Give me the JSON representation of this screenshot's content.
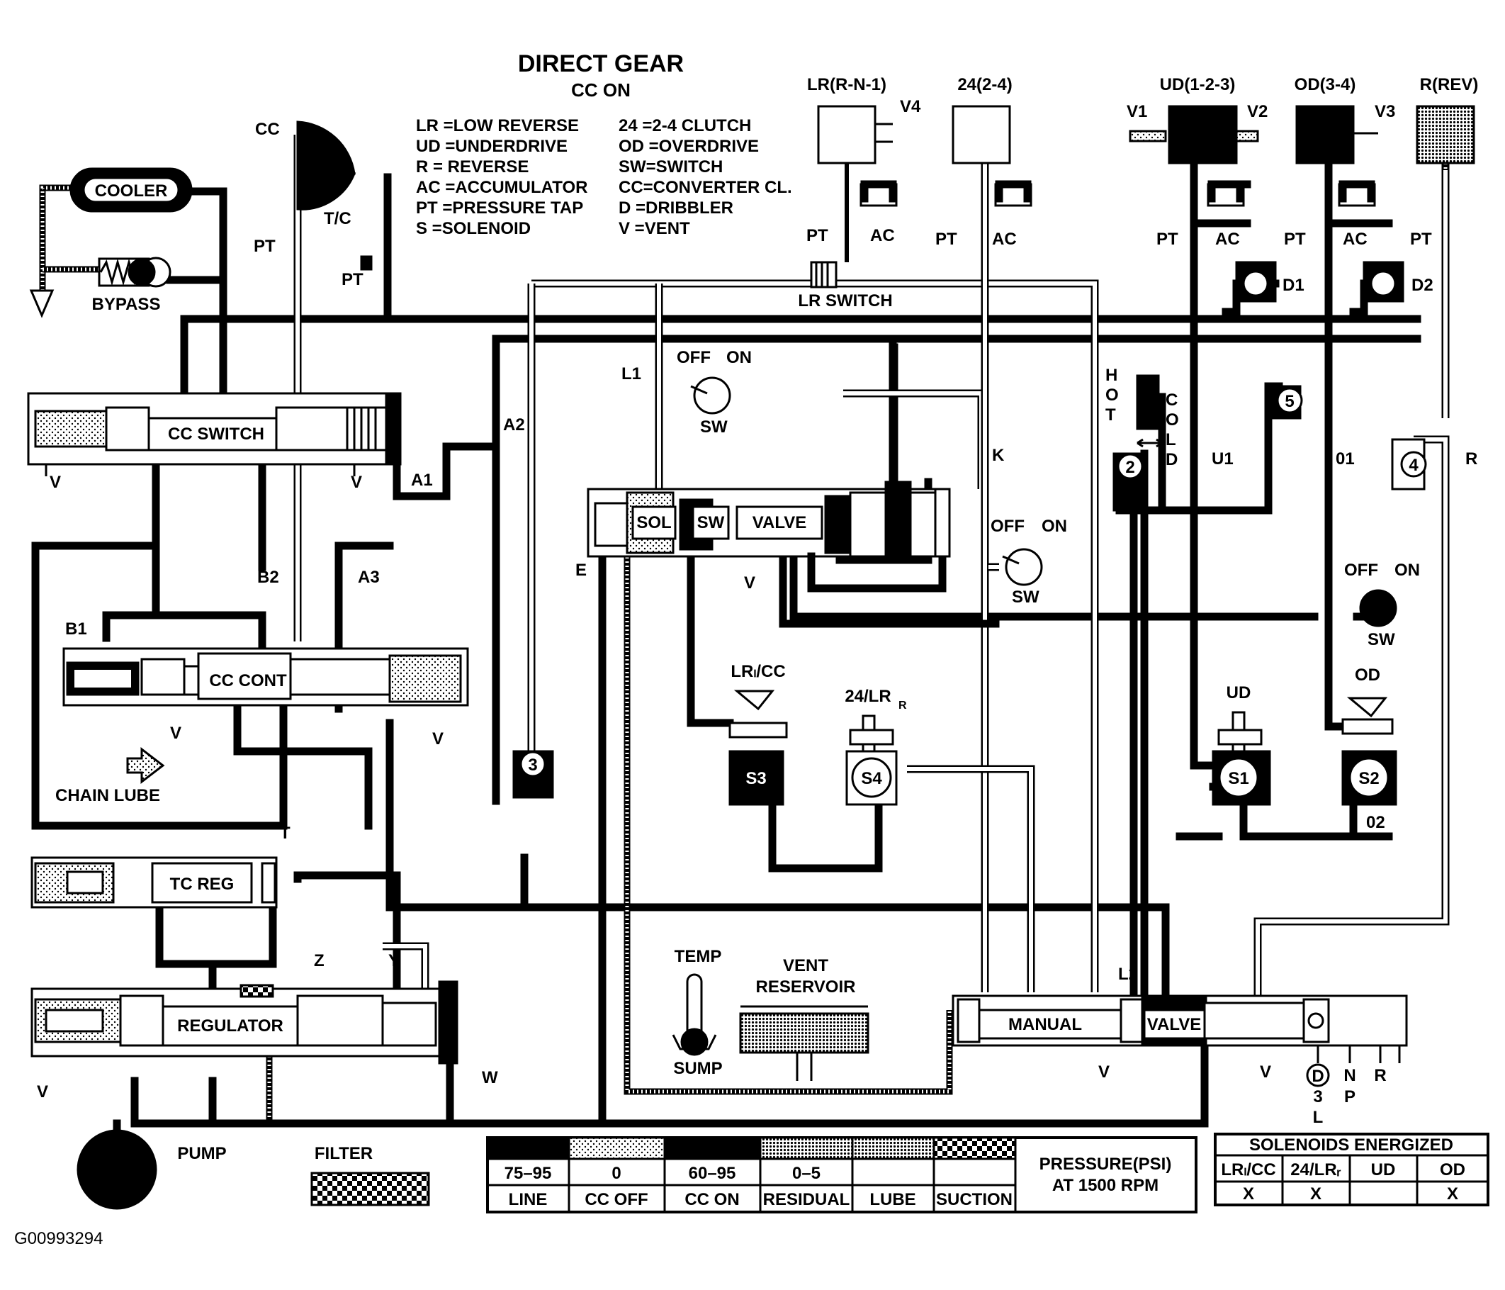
{
  "title": "DIRECT GEAR",
  "subtitle": "CC ON",
  "figure_id": "G00993294",
  "legend_left": [
    "LR =LOW REVERSE",
    "UD =UNDERDRIVE",
    "R  = REVERSE",
    "AC =ACCUMULATOR",
    "PT =PRESSURE TAP",
    "S  =SOLENOID"
  ],
  "legend_right": [
    "24 =2-4 CLUTCH",
    "OD =OVERDRIVE",
    "SW=SWITCH",
    "CC=CONVERTER CL.",
    "D  =DRIBBLER",
    "V  =VENT"
  ],
  "components": {
    "cooler": "COOLER",
    "bypass": "BYPASS",
    "cc": "CC",
    "tc": "T/C",
    "cc_switch": "CC SWITCH",
    "cc_cont": "CC CONT",
    "tc_reg": "TC REG",
    "regulator": "REGULATOR",
    "pump": "PUMP",
    "filter": "FILTER",
    "chain_lube": "CHAIN LUBE",
    "sol": "SOL",
    "sw": "SW",
    "valve": "VALVE",
    "lr_switch": "LR SWITCH",
    "manual": "MANUAL",
    "manual_valve": "VALVE",
    "temp": "TEMP",
    "sump": "SUMP",
    "vent_reservoir_1": "VENT",
    "vent_reservoir_2": "RESERVOIR",
    "hot": [
      "H",
      "O",
      "T"
    ],
    "cold": [
      "C",
      "O",
      "L",
      "D"
    ]
  },
  "clutches": {
    "lr": "LR(R-N-1)",
    "c24": "24(2-4)",
    "ud": "UD(1-2-3)",
    "od": "OD(3-4)",
    "rev": "R(REV)"
  },
  "labels": {
    "pt": "PT",
    "ac": "AC",
    "v": "V",
    "v1": "V1",
    "v2": "V2",
    "v3": "V3",
    "v4": "V4",
    "d1": "D1",
    "d2": "D2",
    "a1": "A1",
    "a2": "A2",
    "a3": "A3",
    "b1": "B1",
    "b2": "B2",
    "e": "E",
    "k": "K",
    "l1": "L1",
    "l2": "L2",
    "t": "T",
    "w": "W",
    "y": "Y",
    "z": "Z",
    "u1": "U1",
    "o1": "01",
    "o2": "02",
    "r": "R",
    "off": "OFF",
    "on": "ON",
    "sw": "SW",
    "s1": "S1",
    "s2": "S2",
    "s3": "S3",
    "s4": "S4",
    "sol_lrcc": "LRₗ/CC",
    "sol_24lr_main": "24/LR",
    "sol_24lr_sub": "R",
    "sol_ud": "UD",
    "sol_od": "OD",
    "check2": "2",
    "check3": "3",
    "check4": "4",
    "check5": "5",
    "gear_d": "D",
    "gear_3": "3",
    "gear_l": "L",
    "gear_n": "N",
    "gear_p": "P",
    "gear_r": "R"
  },
  "pressure_legend": {
    "values": [
      "75–95",
      "0",
      "60–95",
      "0–5",
      "",
      ""
    ],
    "names": [
      "LINE",
      "CC OFF",
      "CC ON",
      "RESIDUAL",
      "LUBE",
      "SUCTION"
    ],
    "caption_1": "PRESSURE(PSI)",
    "caption_2": "AT 1500 RPM"
  },
  "solenoid_table": {
    "title": "SOLENOIDS ENERGIZED",
    "headers": [
      "LRₗ/CC",
      "24/LRᵣ",
      "UD",
      "OD"
    ],
    "values": [
      "X",
      "X",
      "",
      "X"
    ]
  }
}
